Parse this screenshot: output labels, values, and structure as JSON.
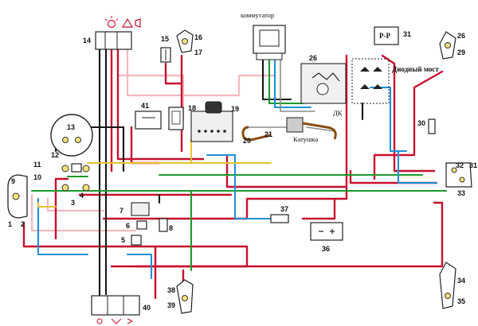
{
  "labels": {
    "commutator": "коммутатор",
    "relay": "Р-Р",
    "diode_bridge": "Диодный мост",
    "coil": "Катушка",
    "dk": "ДК"
  },
  "callouts": {
    "n1": "1",
    "n2": "2",
    "n3": "3",
    "n4": "4",
    "n5": "5",
    "n6": "6",
    "n7": "7",
    "n8": "8",
    "n9": "9",
    "n10": "10",
    "n11": "11",
    "n12": "12",
    "n13": "13",
    "n14": "14",
    "n15": "15",
    "n16": "16",
    "n17": "17",
    "n18": "18",
    "n19": "19",
    "n20": "20",
    "n21": "21",
    "n26": "26",
    "n26b": "26",
    "n29": "29",
    "n30": "30",
    "n31": "31",
    "n31b": "31",
    "n32": "32",
    "n33": "33",
    "n34": "34",
    "n35": "35",
    "n36": "36",
    "n37": "37",
    "n38": "38",
    "n39": "39",
    "n40": "40",
    "n41": "41"
  },
  "colors": {
    "red": "#c8102e",
    "pink": "#f2b8bf",
    "black": "#151515",
    "green": "#1c9a2c",
    "blue": "#1f8fd6",
    "yellow": "#e7c22a",
    "gray": "#8c8c8c"
  },
  "icons": [
    "headlight-icon",
    "warning-lamp-icon",
    "horn-icon",
    "battery-icon",
    "fuse-icon",
    "turn-signal-lamp-icon"
  ]
}
